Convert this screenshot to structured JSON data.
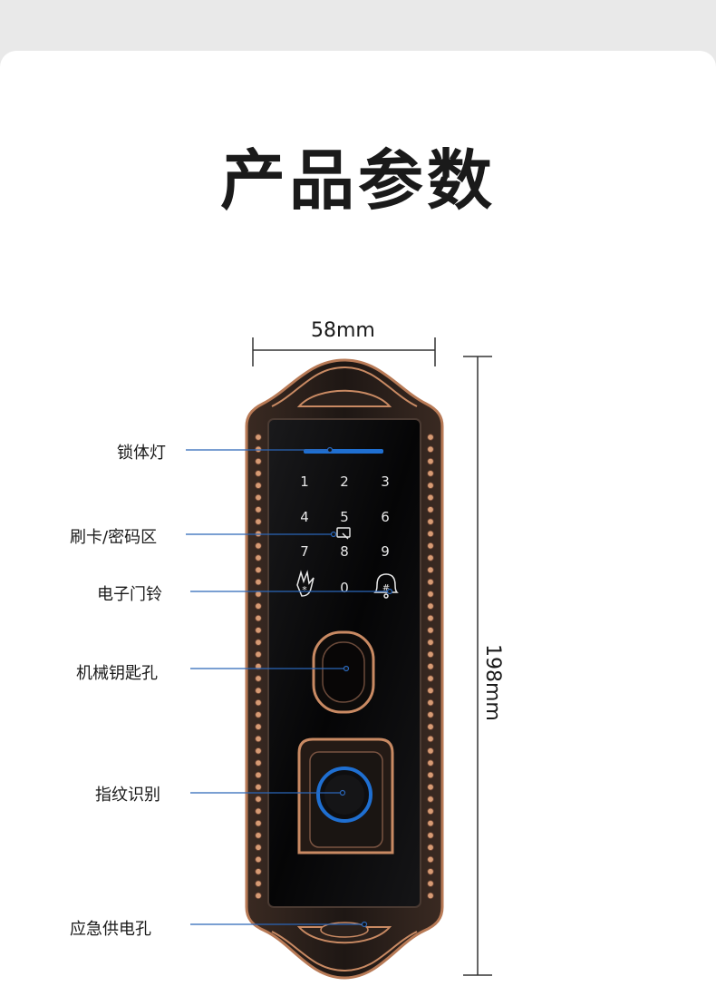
{
  "title": "产品参数",
  "dimensions": {
    "width": "58mm",
    "height": "198mm"
  },
  "callouts": {
    "lock_light": "锁体灯",
    "card_password": "刷卡/密码区",
    "doorbell": "电子门铃",
    "key_hole": "机械钥匙孔",
    "fingerprint": "指纹识别",
    "emergency_power": "应急供电孔"
  },
  "keypad": [
    "1",
    "2",
    "3",
    "4",
    "5",
    "6",
    "7",
    "8",
    "9",
    "0"
  ],
  "colors": {
    "bronze": "#c98a63",
    "panel": "#0b0b0c",
    "accent_blue": "#1f6fd1",
    "line_blue": "#2a66b8"
  }
}
